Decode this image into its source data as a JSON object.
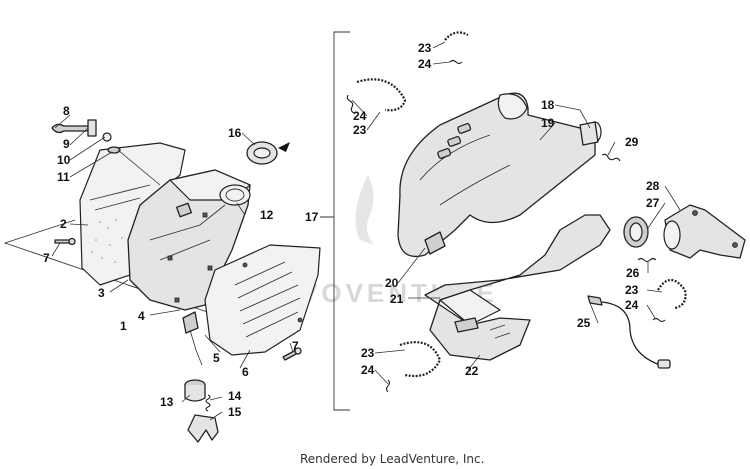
{
  "watermark": "VOVENTURE",
  "footer": "Rendered by LeadVenture, Inc.",
  "callouts": {
    "c1": "1",
    "c2": "2",
    "c3": "3",
    "c4": "4",
    "c5": "5",
    "c6": "6",
    "c7a": "7",
    "c7b": "7",
    "c8": "8",
    "c9": "9",
    "c10": "10",
    "c11": "11",
    "c12": "12",
    "c13": "13",
    "c14": "14",
    "c15": "15",
    "c16": "16",
    "c17": "17",
    "c18": "18",
    "c19": "19",
    "c20": "20",
    "c21": "21",
    "c22": "22",
    "c23a": "23",
    "c23b": "23",
    "c23c": "23",
    "c23d": "23",
    "c24a": "24",
    "c24b": "24",
    "c24c": "24",
    "c24d": "24",
    "c25": "25",
    "c26": "26",
    "c27": "27",
    "c28": "28",
    "c29": "29"
  }
}
